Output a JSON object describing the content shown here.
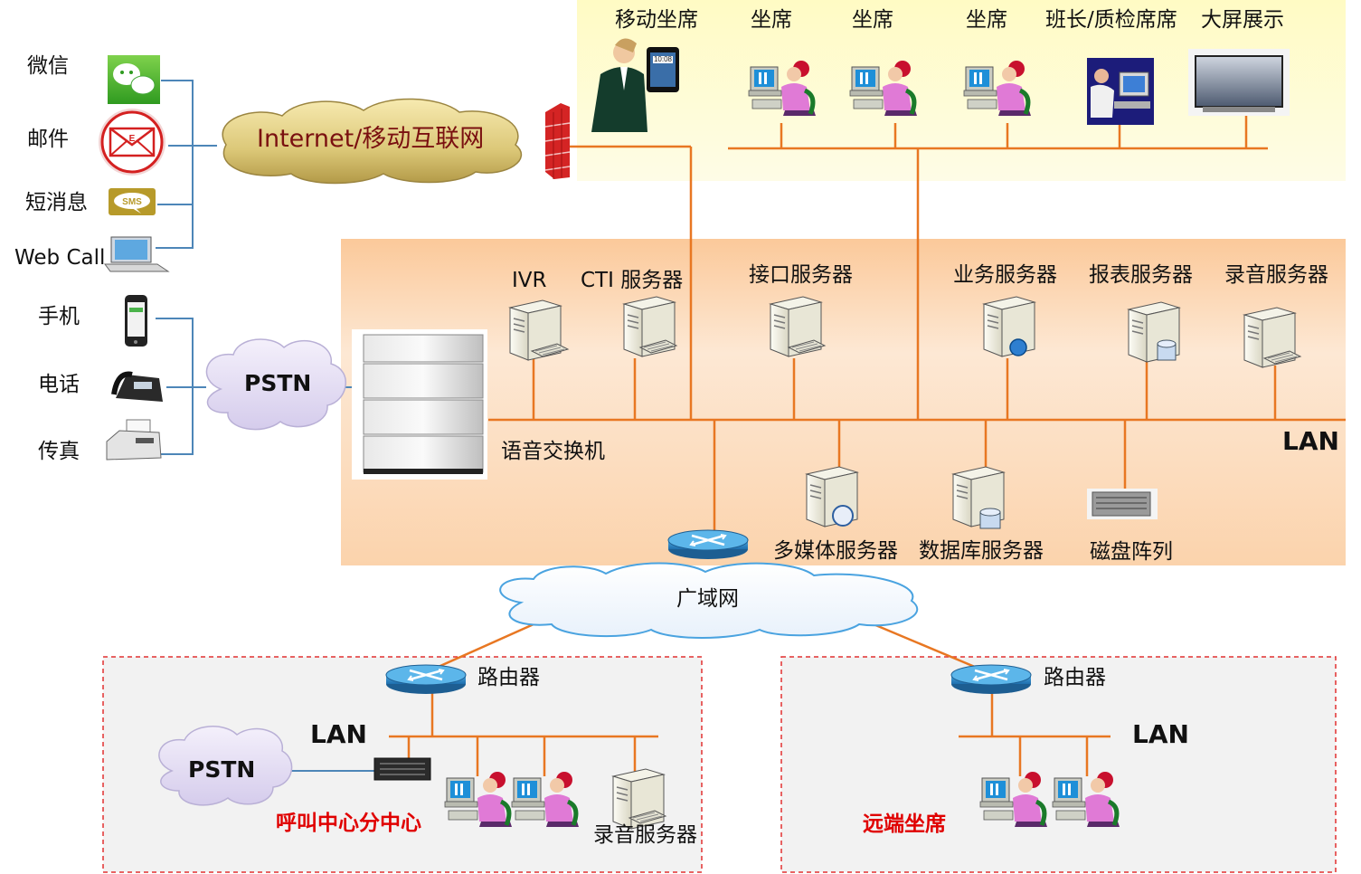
{
  "left_channels": {
    "wechat": "微信",
    "email": "邮件",
    "sms": "短消息",
    "webcall": "Web Call",
    "mobile": "手机",
    "phone": "电话",
    "fax": "传真"
  },
  "icon_texts": {
    "email_letter": "E",
    "sms_badge": "SMS",
    "phone_screen": "10:08"
  },
  "clouds": {
    "internet": "Internet/移动互联网",
    "pstn_main": "PSTN",
    "wan": "广域网",
    "pstn_branch": "PSTN"
  },
  "top_agents": {
    "mobile_seat": "移动坐席",
    "seat1": "坐席",
    "seat2": "坐席",
    "seat3": "坐席",
    "supervisor": "班长/质检席席",
    "big_screen": "大屏展示"
  },
  "servers": {
    "ivr": "IVR",
    "cti": "CTI 服务器",
    "interface": "接口服务器",
    "business": "业务服务器",
    "report": "报表服务器",
    "recording": "录音服务器",
    "multimedia": "多媒体服务器",
    "database": "数据库服务器",
    "disk_array": "磁盘阵列",
    "voice_switch": "语音交换机",
    "lan": "LAN"
  },
  "branch": {
    "router": "路由器",
    "lan": "LAN",
    "name": "呼叫中心分中心",
    "recording": "录音服务器"
  },
  "remote": {
    "router": "路由器",
    "lan": "LAN",
    "name": "远端坐席"
  },
  "colors": {
    "orange_line": "#e87722",
    "blue_line": "#4d86b8",
    "yellow_zone": "#fefbd0",
    "peach_zone": "#fcd9b6",
    "red_dash": "#e23030",
    "red_text": "#e00000"
  }
}
